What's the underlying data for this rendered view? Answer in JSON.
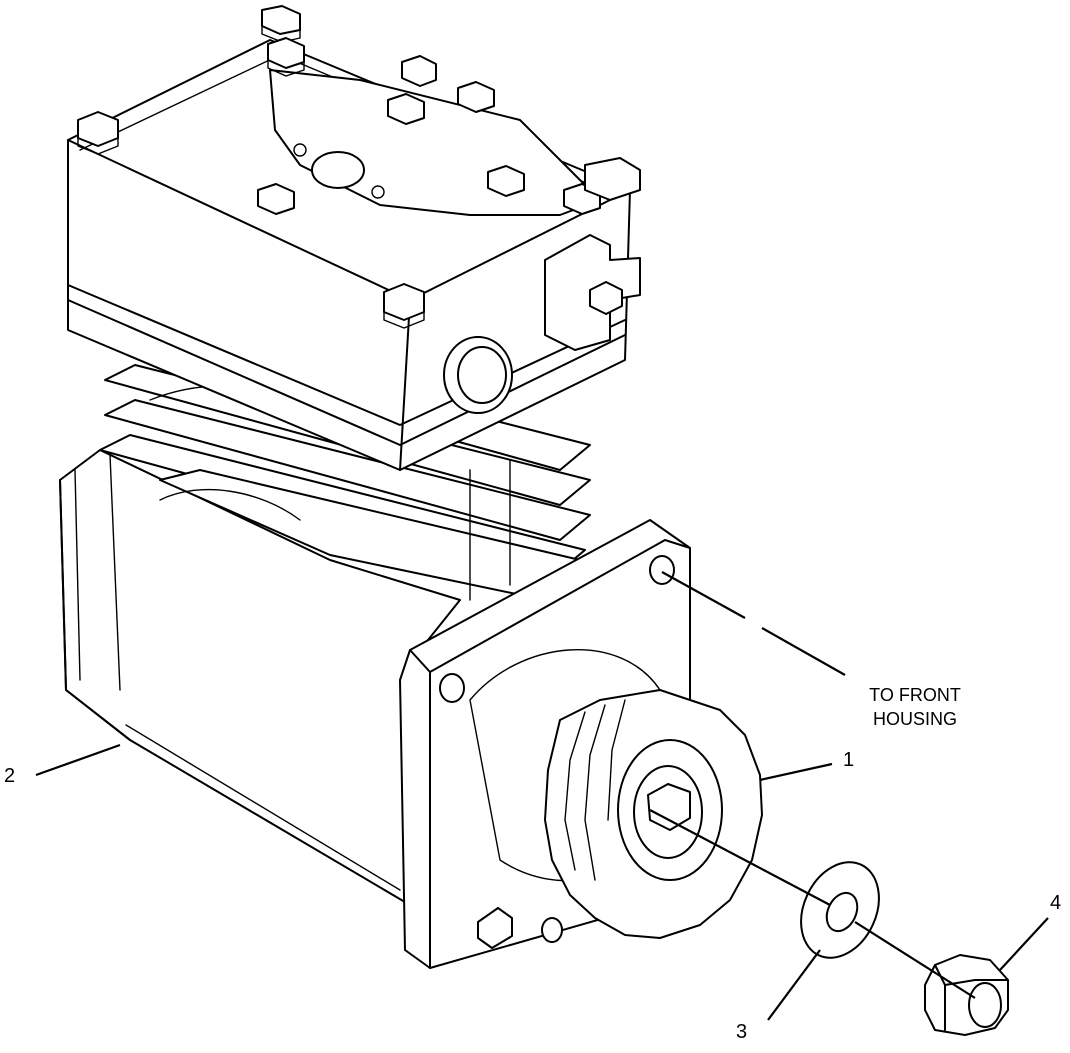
{
  "callouts": {
    "c1": "1",
    "c2": "2",
    "c3": "3",
    "c4": "4"
  },
  "note": {
    "line1": "TO FRONT",
    "line2": "HOUSING"
  },
  "parts": {
    "compressor": "air-compressor",
    "gear": "drive-gear",
    "washer": "washer",
    "nut": "hex-nut"
  }
}
